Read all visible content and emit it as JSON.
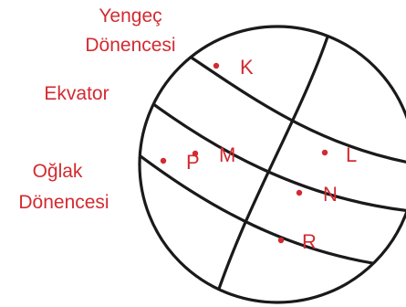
{
  "labels": {
    "tropic_cancer_line1": "Yengeç",
    "tropic_cancer_line2": "Dönencesi",
    "equator": "Ekvator",
    "tropic_capricorn_line1": "Oğlak",
    "tropic_capricorn_line2": "Dönencesi"
  },
  "points": {
    "k": "K",
    "l": "L",
    "m": "M",
    "n": "N",
    "p": "P",
    "r": "R"
  },
  "colors": {
    "label": "#d32a31",
    "line": "#1a1a1a"
  }
}
